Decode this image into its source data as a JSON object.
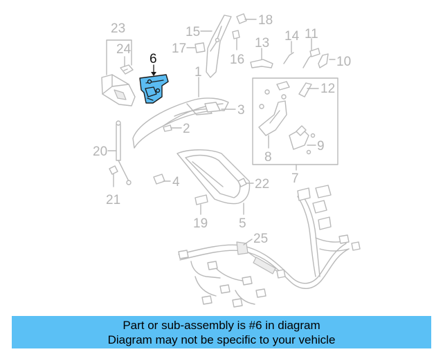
{
  "diagram": {
    "highlighted_part": "6",
    "callouts": [
      "1",
      "2",
      "3",
      "4",
      "5",
      "6",
      "7",
      "8",
      "9",
      "10",
      "11",
      "12",
      "13",
      "14",
      "15",
      "16",
      "17",
      "18",
      "19",
      "20",
      "21",
      "22",
      "23",
      "24",
      "25"
    ],
    "highlight_color": "#5bbcf2"
  },
  "banner": {
    "line1": "Part or sub-assembly is #6 in diagram",
    "line2": "Diagram may not be specific to your vehicle",
    "color": "#5bc0f5"
  }
}
